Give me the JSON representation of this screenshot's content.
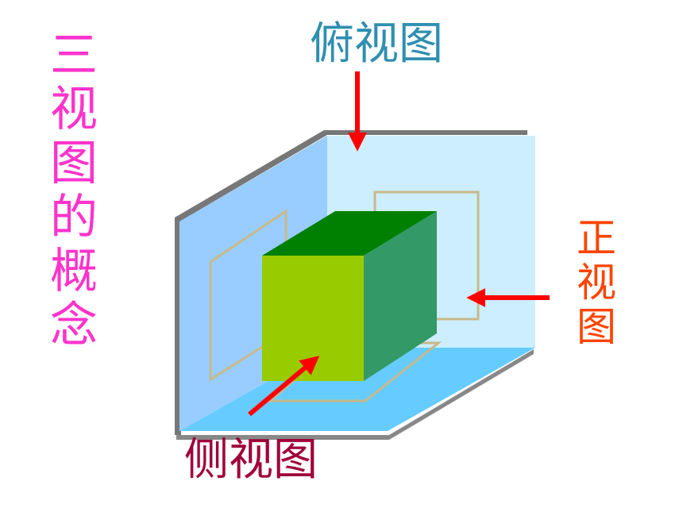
{
  "title": {
    "chars": [
      "三",
      "视",
      "图",
      "的",
      "概",
      "念"
    ]
  },
  "labels": {
    "top_view": "俯视图",
    "side_view": "侧视图",
    "front_view_chars": [
      "正",
      "视",
      "图"
    ]
  },
  "colors": {
    "title": "#ff33cc",
    "top_view_label": "#2f8fb0",
    "side_view_label": "#a0003a",
    "front_view_label": "#ff4400",
    "arrow": "#ff0000",
    "left_panel": "#99ccff",
    "back_panel": "#cceeff",
    "floor_panel": "#66ccff",
    "cube_front": "#99cc00",
    "cube_top": "#008000",
    "cube_side": "#339966"
  }
}
